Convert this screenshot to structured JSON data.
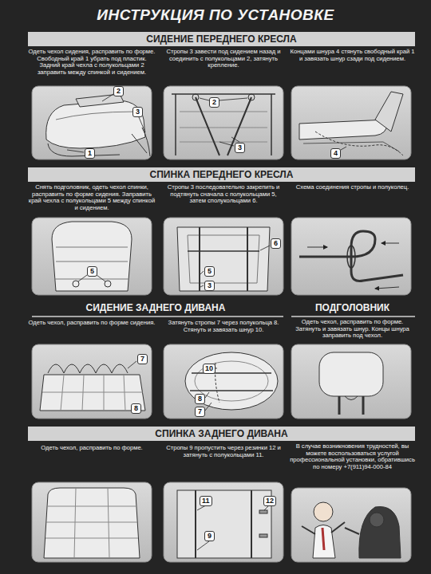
{
  "diagram": {
    "title": "ИНСТРУКЦИЯ ПО УСТАНОВКЕ",
    "nodes": [
      {
        "text": [
          "СИДЕНИЕ ПЕРЕДНЕГО КРЕСЛА"
        ]
      },
      {
        "text": [
          "СПИНКА ПЕРЕДНЕГО КРЕСЛА"
        ]
      },
      {
        "text": [
          "СПИНКА ЗАДНЕГО ДИВАНА"
        ]
      }
    ],
    "labels": [
      "Одеть чехол сидения, расправить по форме. Свободный край 1 убрать под пластик. Задний край чехла с полукольцами 2 заправить между спинкой и сидением.",
      "Стропы 3 завести под сидением назад и соединить с полукольцами 2, затянуть крепление.",
      "Концами шнура 4 стянуть свободный край 1 и завязать шнур сзади под сидением.",
      "2",
      "3",
      "1",
      "2",
      "3",
      "4",
      "Снять подголовник, одеть чехол спинки, расправить по форме сидения. Заправить край чехла с полукольцами 5 между спинкой и сидением.",
      "Стропы 3 последовательно закрепить и подтянуть сначала с полукольцами 5, затем сполукольцами 6.",
      "Схема соединения стропы и полуколец.",
      "5",
      "6",
      "5",
      "3",
      "СИДЕНИЕ ЗАДНЕГО ДИВАНА",
      "ПОДГОЛОВНИК",
      "Одеть чехол, расправить по форме сидения.",
      "Затянуть стропы 7 через полукольца 8. Стянуть и завязать шнур 10.",
      "Одеть чехол, расправить по форме. Затянуть и завязать шнур. Концы шнура заправить под чехол.",
      "7",
      "8",
      "10",
      "8",
      "7",
      "Одеть чехол, расправить по форме.",
      "Стропы 9 пропустить через резинки 12 и затянуть с полукольцами 11.",
      "В случае возникновения трудностей, вы можете воспользоваться услугой профессиональной установки, обратившись по номеру +7(911)94-000-84",
      "11",
      "12",
      "9"
    ]
  }
}
